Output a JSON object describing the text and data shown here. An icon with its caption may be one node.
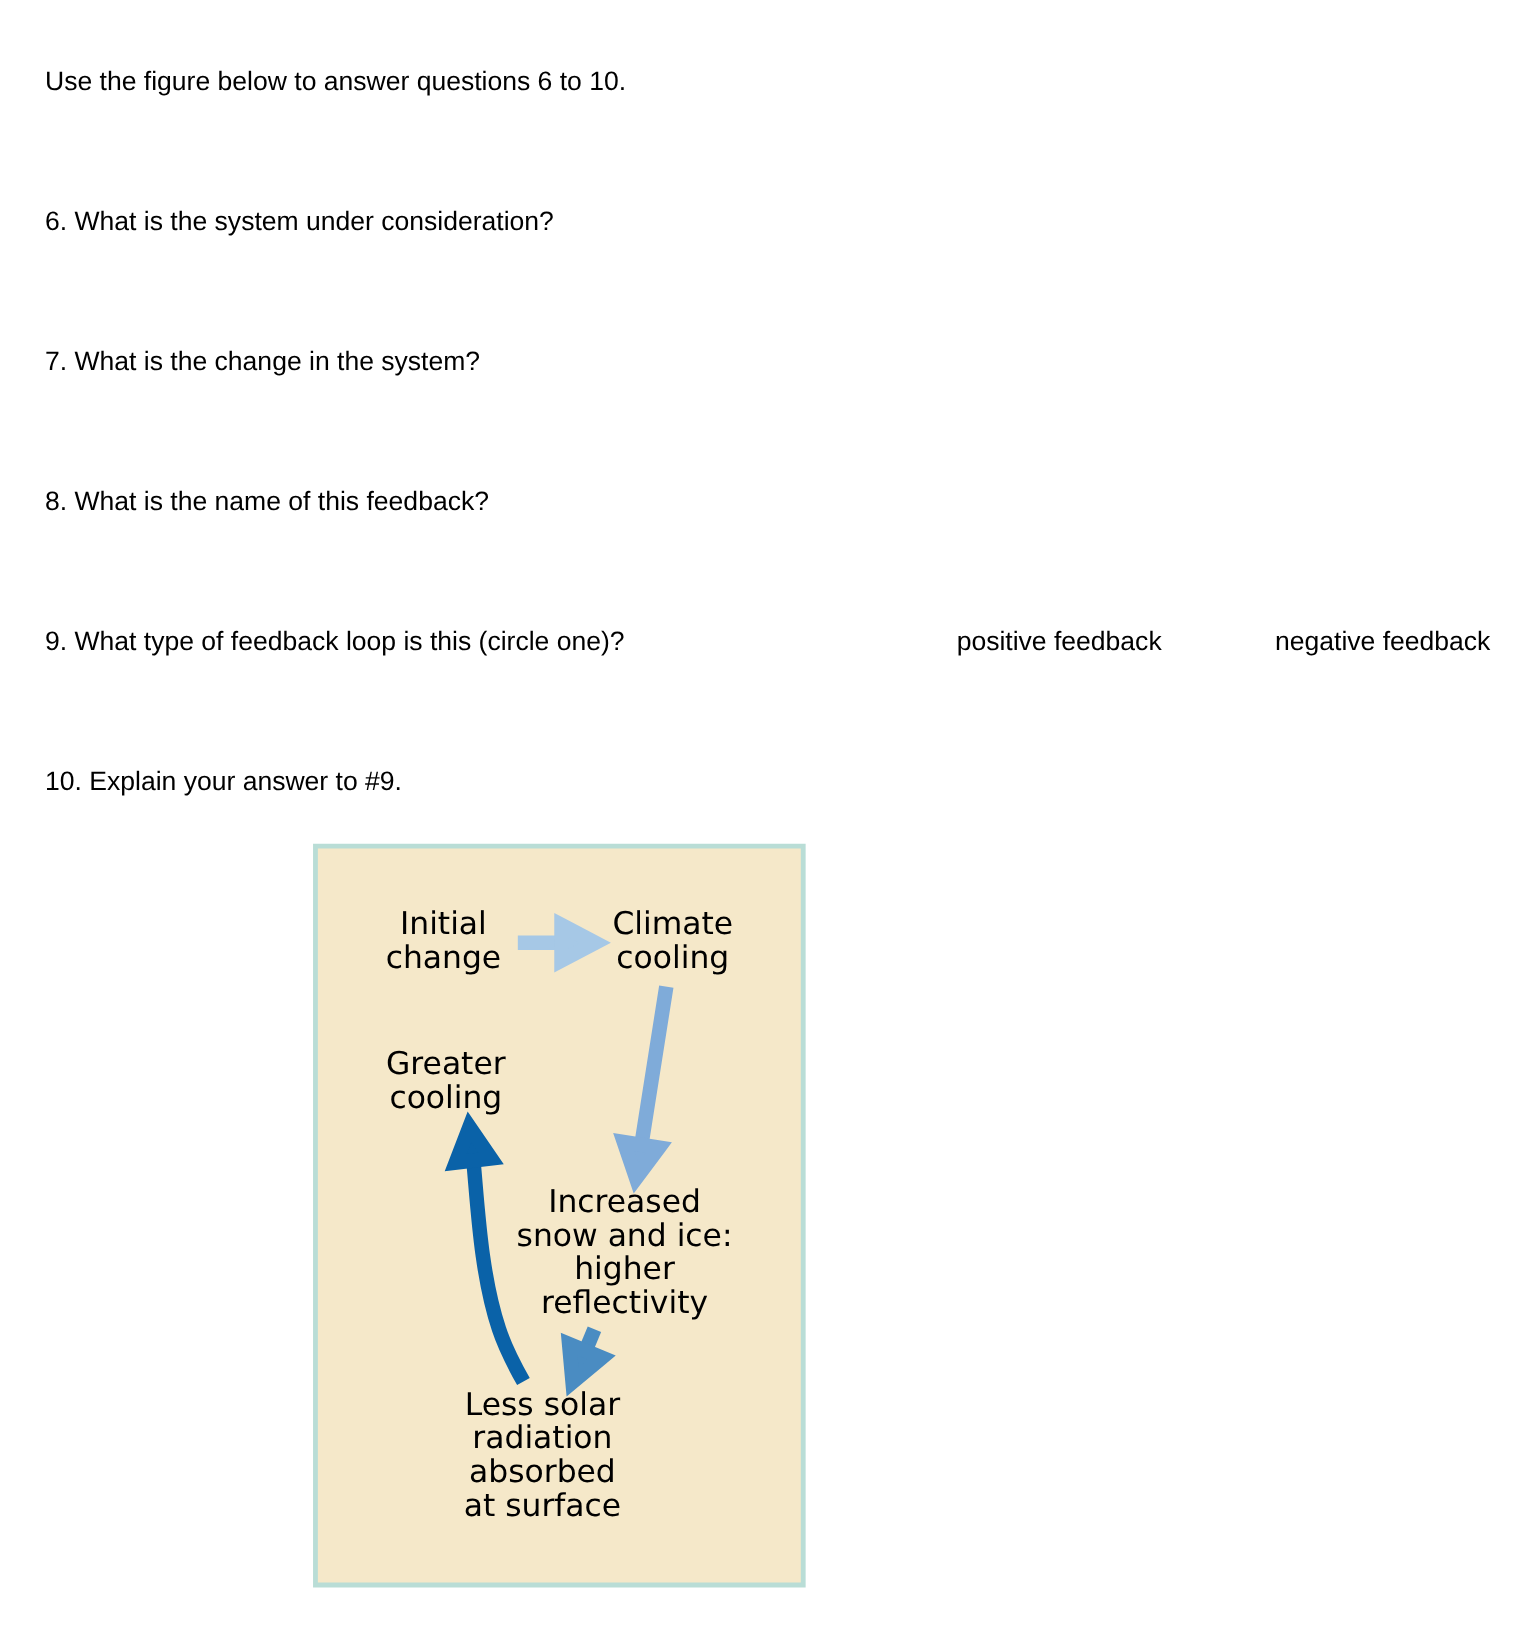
{
  "diagram": {
    "nodes": [
      {
        "text": [],
        "shape": "box"
      },
      {
        "text": [
          "Initial change"
        ],
        "in": 0
      },
      {
        "text": [
          "Climate cooling"
        ],
        "in": 0
      },
      {
        "text": [
          "Increased snow and ice: higher reflectivity"
        ],
        "in": 0
      },
      {
        "text": [
          "Less solar radiation absorbed at surface"
        ],
        "in": 0
      },
      {
        "text": [
          "Greater cooling"
        ],
        "in": 0
      }
    ],
    "edges": [
      {
        "from": 1,
        "to": 2,
        "arrow": "to",
        "color": "#a6c8e6"
      },
      {
        "from": 2,
        "to": 3,
        "arrow": "to",
        "color": "#7fabd9"
      },
      {
        "from": 3,
        "to": 4,
        "arrow": "to",
        "color": "#4a8cc2"
      },
      {
        "from": 4,
        "to": 5,
        "arrow": "to",
        "color": "#0a62a8"
      }
    ],
    "labels": [
      "Use the figure below to answer questions 6 to 10.",
      "6. What is the system under consideration?",
      "7. What is the change in the system?",
      "8. What is the name of this feedback?",
      "9. What type of feedback loop is this (circle one)?",
      "positive feedback",
      "negative feedback",
      "10. Explain your answer to #9."
    ]
  }
}
